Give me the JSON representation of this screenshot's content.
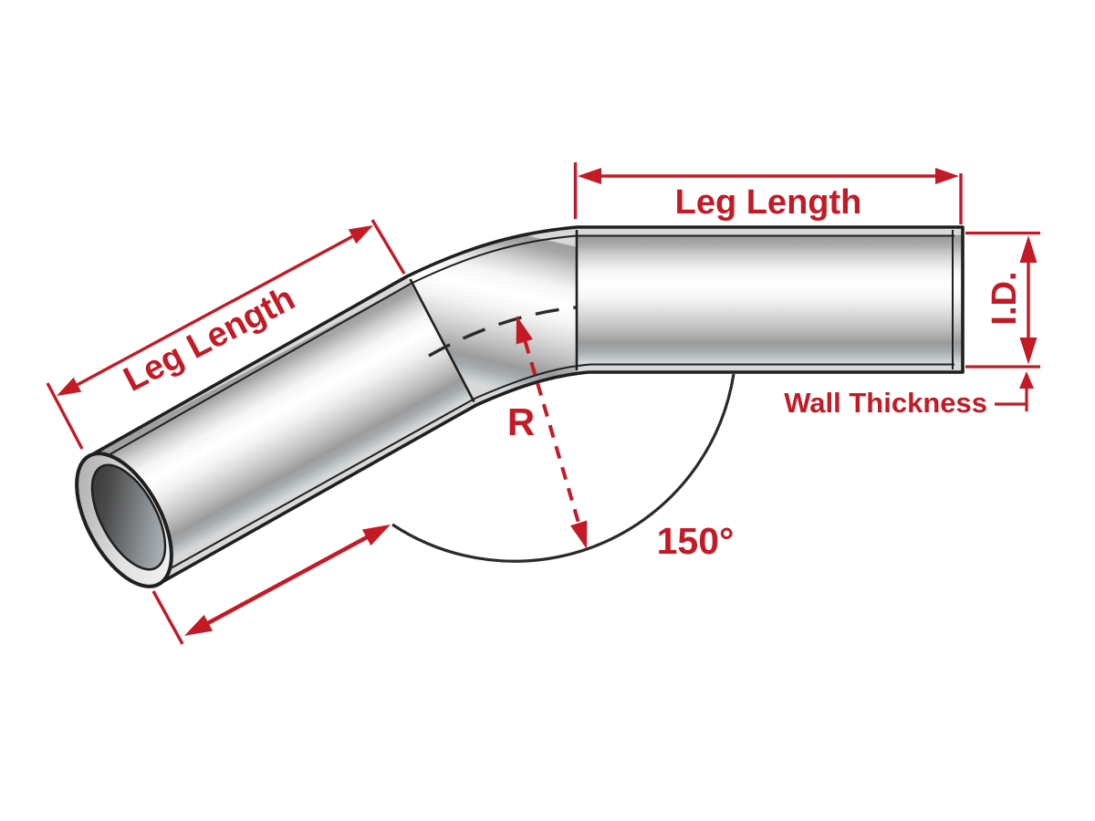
{
  "diagram": {
    "type_note": "tube bend dimension drawing",
    "background": "#ffffff",
    "colors": {
      "dimension_red": "#c31a26",
      "outline_black": "#1f1f1f"
    },
    "labels": {
      "leg_length_top": "Leg Length",
      "leg_length_left": "Leg Length",
      "inner_diameter": "I.D.",
      "wall_thickness": "Wall Thickness",
      "radius": "R",
      "bend_angle": "150°"
    }
  }
}
